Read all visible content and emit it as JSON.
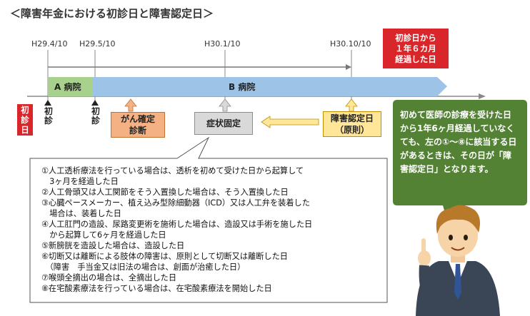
{
  "title": "＜障害年金における初診日と障害認定日＞",
  "dates": [
    "H29.4/10",
    "H29.5/10",
    "H30.1/10",
    "H30.10/10"
  ],
  "elapsed_callout": "初診日から\n１年６カ月\n経過した日",
  "hospital_a": "A 病院",
  "hospital_b": "B 病院",
  "first_visit_red": "初\n診\n日",
  "first_visit_marks": [
    "初\n診",
    "初\n診"
  ],
  "cancer_box": "がん確定\n診断",
  "symptom_box": "症状固定",
  "recognition_box": "障害認定日\n（原則）",
  "notes": [
    "①人工透析療法を行っている場合は、透析を初めて受けた日から起算して",
    "　3ヶ月を経過した日",
    "②人工骨頭又は人工関節をそう入置換した場合は、そう入置換した日",
    "③心臓ペースメーカー、植え込み型除細動器（ICD）又は人工弁を装着した",
    "　場合は、装着した日",
    "④人工肛門の造設、尿路変更術を施術した場合は、造設又は手術を施した日",
    "　から起算して6ヶ月を経過した日",
    "⑤新膀胱を造設した場合は、造設した日",
    "⑥切断又は離断による肢体の障害は、原則として切断又は離断した日",
    "　（障害　手当金又は旧法の場合は、創面が治癒した日）",
    "⑦喉頭全摘出の場合は、全摘出した日",
    "⑧在宅酸素療法を行っている場合は、在宅酸素療法を開始した日"
  ],
  "speech": "初めて医師の診療を受けた日から1年6ヶ月経過していなくても、左の①～⑧に該当する日があるときは、その日が「障害認定日」となります。",
  "colors": {
    "red": "#d9262a",
    "green_bar": "#a9d18e",
    "blue_bar": "#9dc3e6",
    "orange": "#f4b183",
    "yellow": "#ffe699",
    "speech_green": "#548235"
  }
}
